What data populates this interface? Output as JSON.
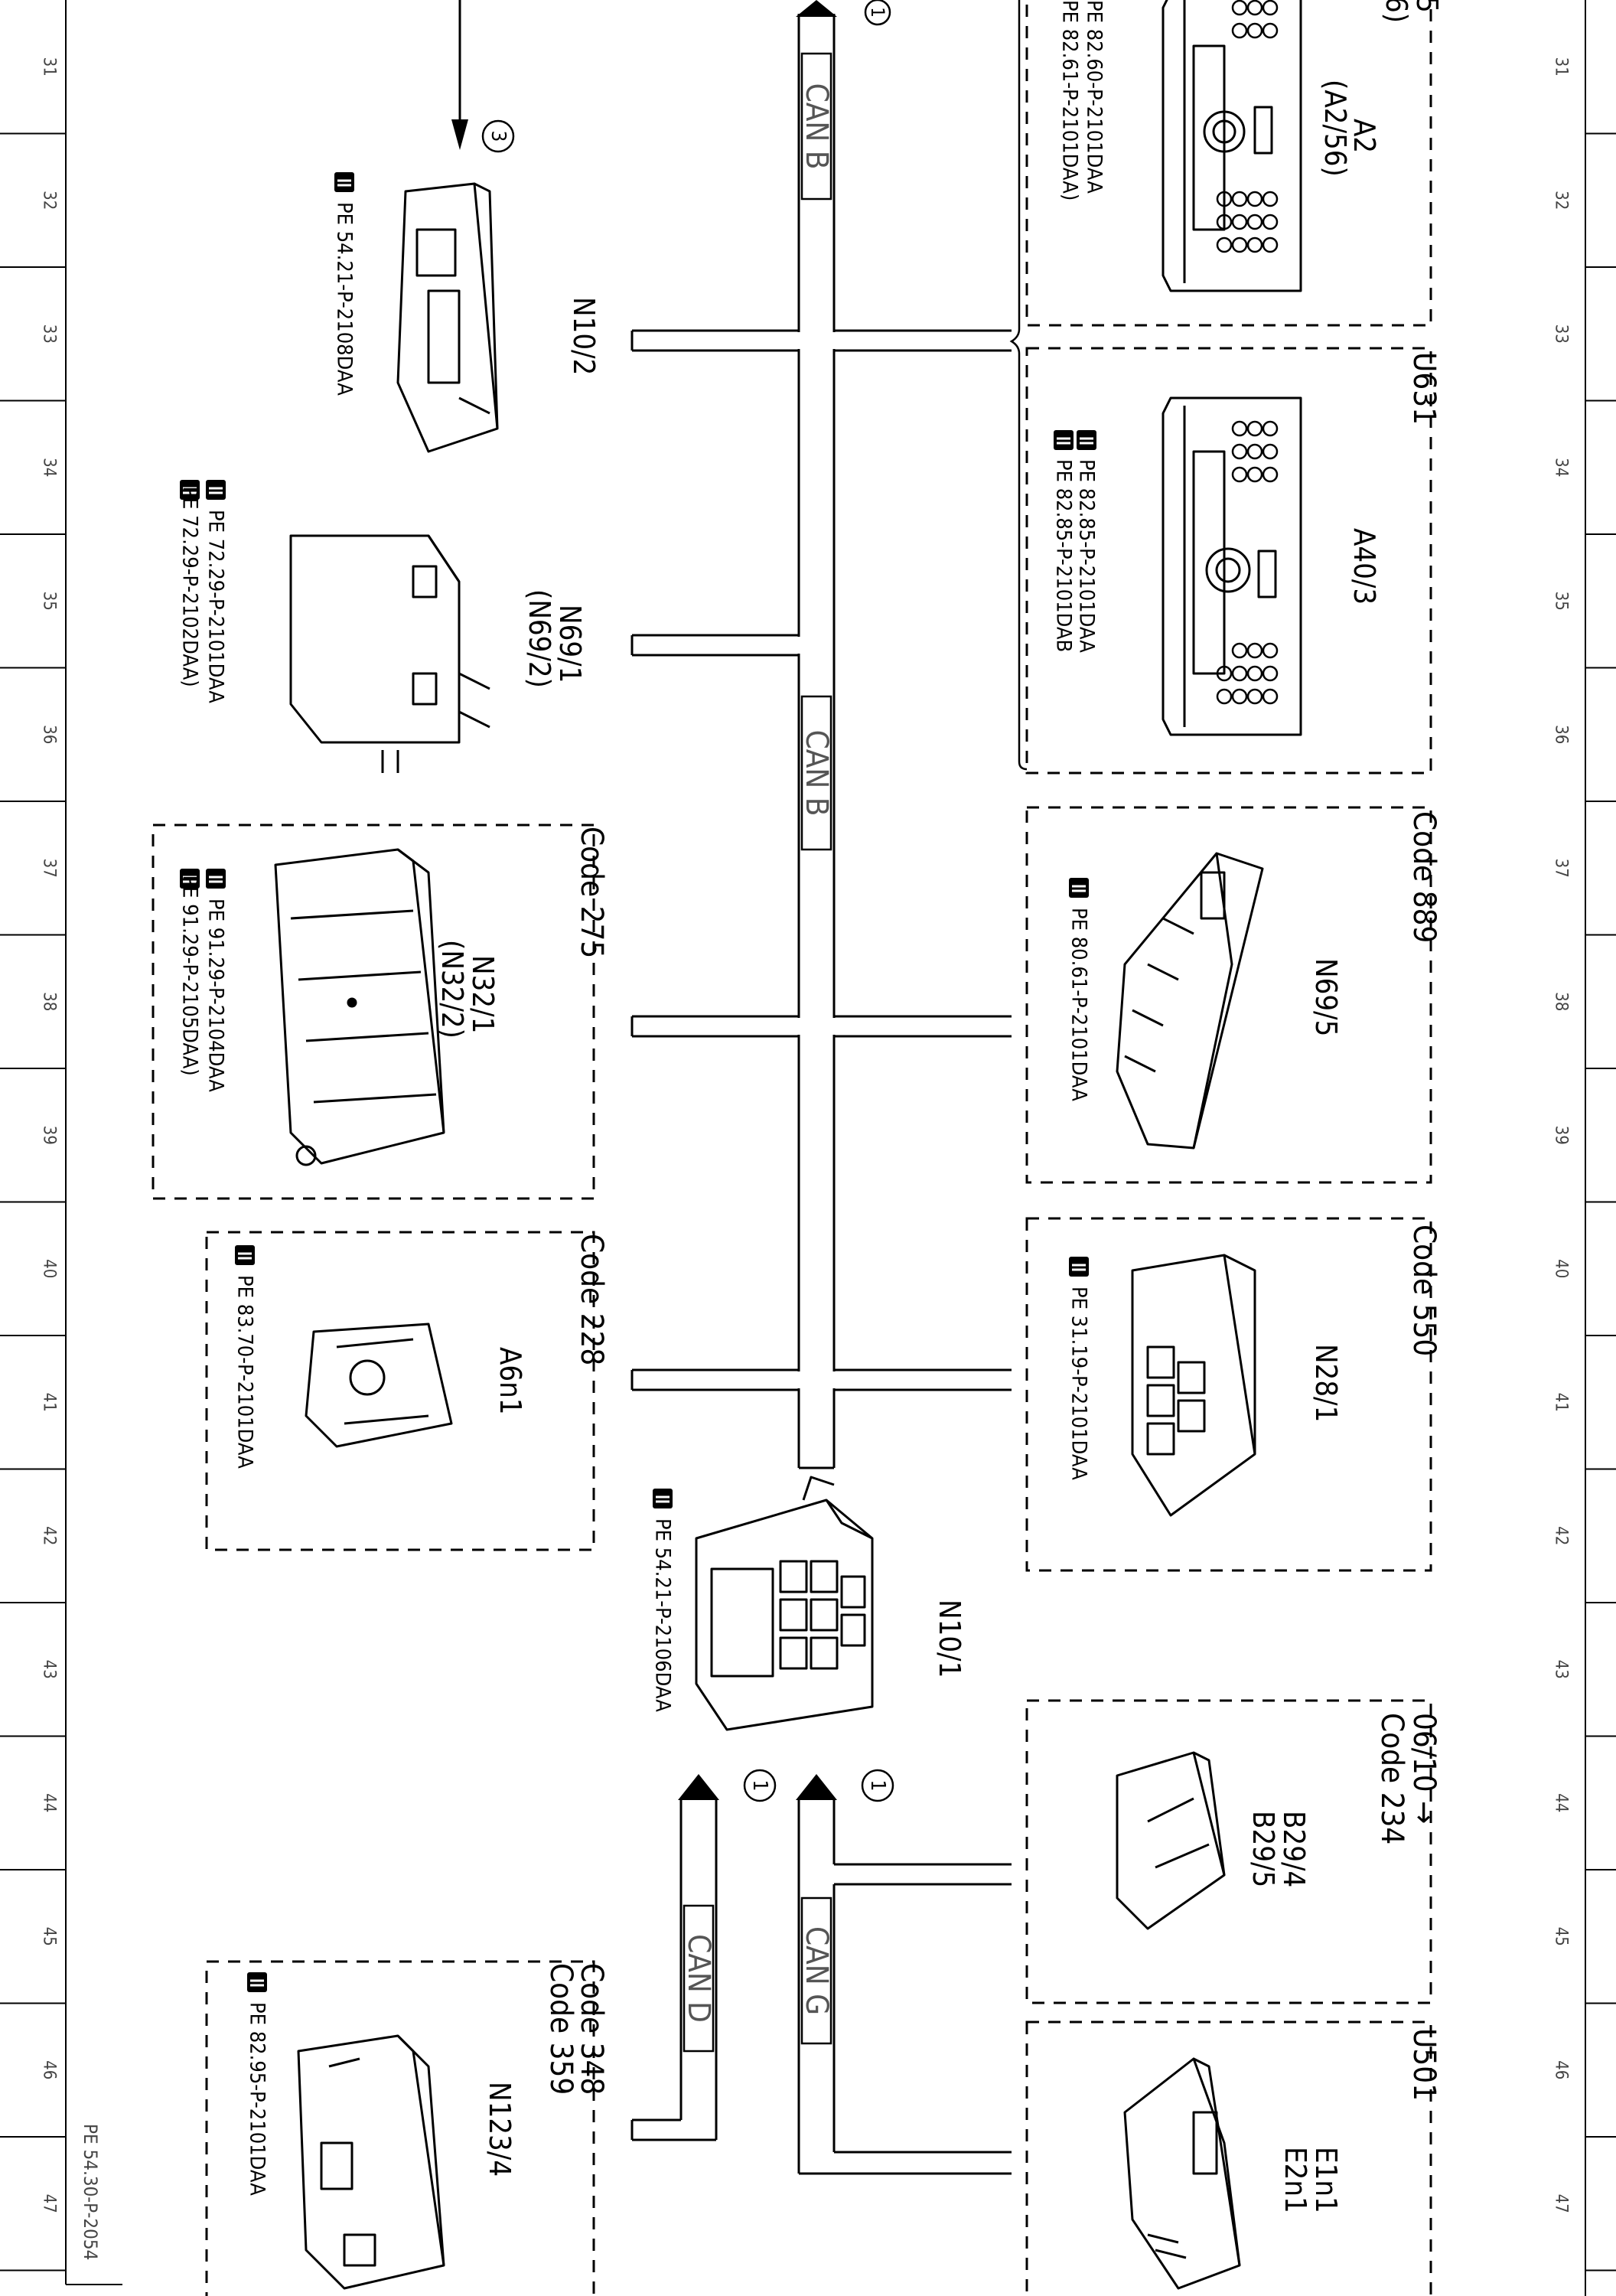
{
  "document_id": "PE 54.30-P-2054",
  "rulers": {
    "left": [
      "31",
      "32",
      "33",
      "34",
      "35",
      "36",
      "37",
      "38",
      "39",
      "40",
      "41",
      "42",
      "43",
      "44",
      "45",
      "46",
      "47"
    ],
    "right": [
      "31",
      "32",
      "33",
      "34",
      "35",
      "36",
      "37",
      "38",
      "39",
      "40",
      "41",
      "42",
      "43",
      "44",
      "45",
      "46",
      "47"
    ]
  },
  "buses": {
    "can_b_top": "CAN B",
    "can_b_mid": "CAN B",
    "can_g": "CAN G",
    "can_d": "CAN D"
  },
  "markers": {
    "top": "1",
    "can_g": "1",
    "can_d": "1",
    "n10_2": "3"
  },
  "groups": {
    "u631": "U631",
    "code_889": "Code 889",
    "code_550": "Code 550",
    "code_234": [
      "06/10 →",
      "Code 234"
    ],
    "u501": "U501",
    "code_275": "Code 275",
    "code_228": "Code 228",
    "code_348_359": [
      "Code 348",
      "Code 359"
    ]
  },
  "components": {
    "a2": {
      "label": [
        "A2",
        "(A2/56)"
      ],
      "refs": [
        "PE 82.60-P-2101DAA",
        "PE 82.61-P-2101DAA)"
      ],
      "clipped": [
        "5",
        "6)"
      ]
    },
    "a40_3": {
      "label": [
        "A40/3"
      ],
      "refs": [
        "PE 82.85-P-2101DAA",
        "PE 82.85-P-2101DAB"
      ]
    },
    "n69_5": {
      "label": [
        "N69/5"
      ],
      "refs": [
        "PE 80.61-P-2101DAA"
      ]
    },
    "n28_1": {
      "label": [
        "N28/1"
      ],
      "refs": [
        "PE 31.19-P-2101DAA"
      ]
    },
    "b29": {
      "label": [
        "B29/4",
        "B29/5"
      ],
      "refs": []
    },
    "e1n1": {
      "label": [
        "E1n1",
        "E2n1"
      ],
      "refs": []
    },
    "n10_2": {
      "label": [
        "N10/2"
      ],
      "refs": [
        "PE 54.21-P-2108DAA"
      ]
    },
    "n69_1": {
      "label": [
        "N69/1",
        "(N69/2)"
      ],
      "refs": [
        "PE 72.29-P-2101DAA",
        "(PE 72.29-P-2102DAA)"
      ]
    },
    "n32_1": {
      "label": [
        "N32/1",
        "(N32/2)"
      ],
      "refs": [
        "PE 91.29-P-2104DAA",
        "(PE 91.29-P-2105DAA)"
      ]
    },
    "a6n1": {
      "label": [
        "A6n1"
      ],
      "refs": [
        "PE 83.70-P-2101DAA"
      ]
    },
    "n10_1": {
      "label": [
        "N10/1"
      ],
      "refs": [
        "PE 54.21-P-2106DAA"
      ]
    },
    "n123_4": {
      "label": [
        "N123/4"
      ],
      "refs": [
        "PE 82.95-P-2101DAA"
      ]
    }
  }
}
